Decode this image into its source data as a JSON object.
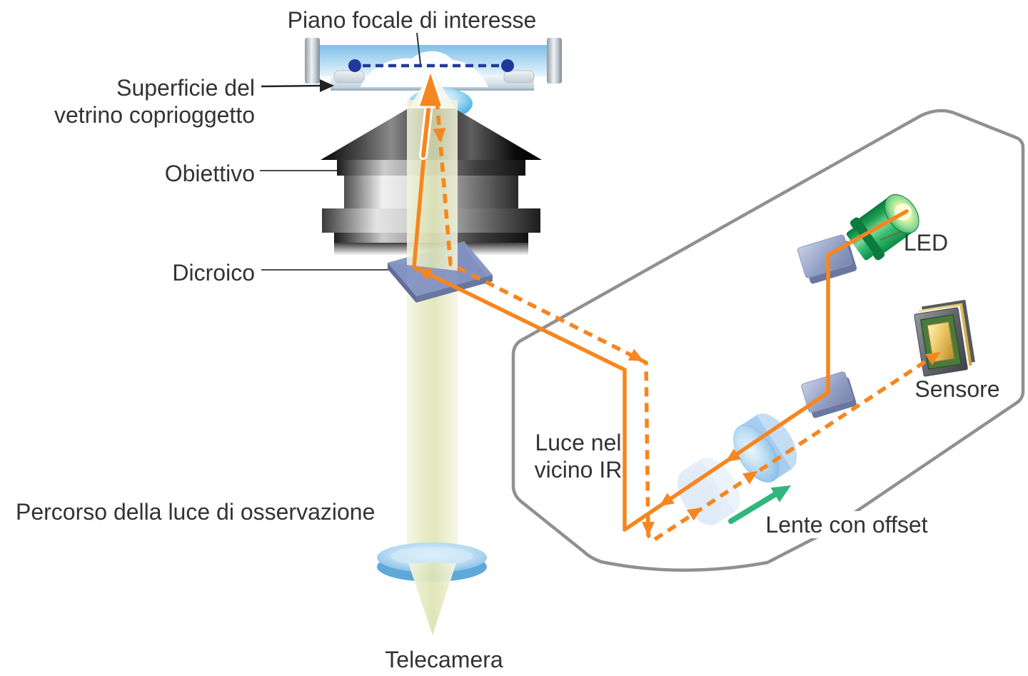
{
  "diagram": {
    "labels": {
      "focal_plane": "Piano focale di interesse",
      "coverslip_line1": "Superficie del",
      "coverslip_line2": "vetrino coprioggetto",
      "objective": "Obiettivo",
      "dichroic": "Dicroico",
      "observation_path": "Percorso della luce di osservazione",
      "near_ir_line1": "Luce nel",
      "near_ir_line2": "vicino IR",
      "camera": "Telecamera",
      "led": "LED",
      "sensor": "Sensore",
      "offset_lens": "Lente con offset"
    },
    "colors": {
      "ir_path_orange": "#F6861F",
      "module_outline_gray": "#8F9094",
      "observation_beam_khaki": "#E8ECC6",
      "focal_plane_blue": "#21399B",
      "offset_arrow_green": "#2FB77D",
      "dichroic_blue": "#8492C2",
      "led_green": "#1FA557",
      "sensor_gold": "#E7C35F",
      "label_text": "#333333"
    },
    "components": [
      "specimen-slide",
      "focal-plane-dashed-line",
      "specimen-cell",
      "immersion-ball-lens",
      "objective",
      "dichroic-mirror",
      "observation-beam",
      "tube-lens-disc",
      "camera-focus-point",
      "autofocus-module-outline",
      "led",
      "fold-mirror-1",
      "fold-mirror-2",
      "offset-lens",
      "offset-lens-ghost",
      "near-ir-sensor",
      "near-ir-illumination-path-solid",
      "near-ir-return-path-dashed",
      "offset-direction-arrow"
    ]
  }
}
